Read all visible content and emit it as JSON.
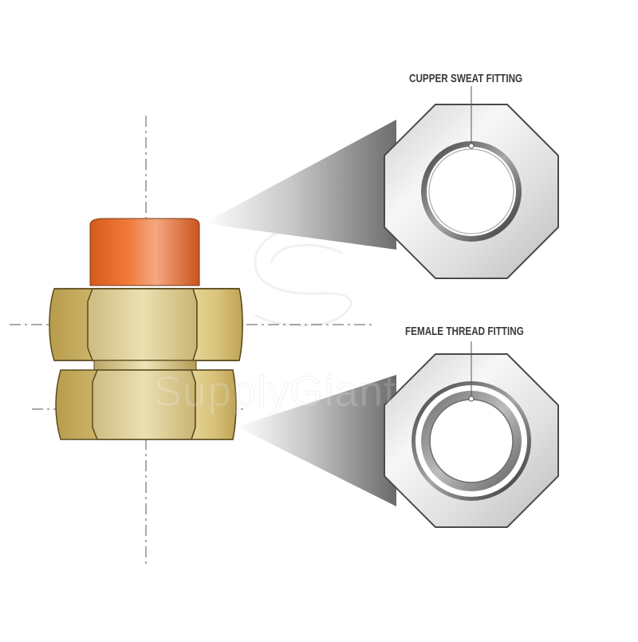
{
  "callouts": {
    "top_label": "CUPPER SWEAT FITTING",
    "bottom_label": "FEMALE THREAD FITTING"
  },
  "watermark": {
    "text": "SupplyGiant"
  },
  "colors": {
    "copper": "#e06a2c",
    "brass": "#cdb86f",
    "steel": "#d8d8d8",
    "centerline": "#555555"
  }
}
